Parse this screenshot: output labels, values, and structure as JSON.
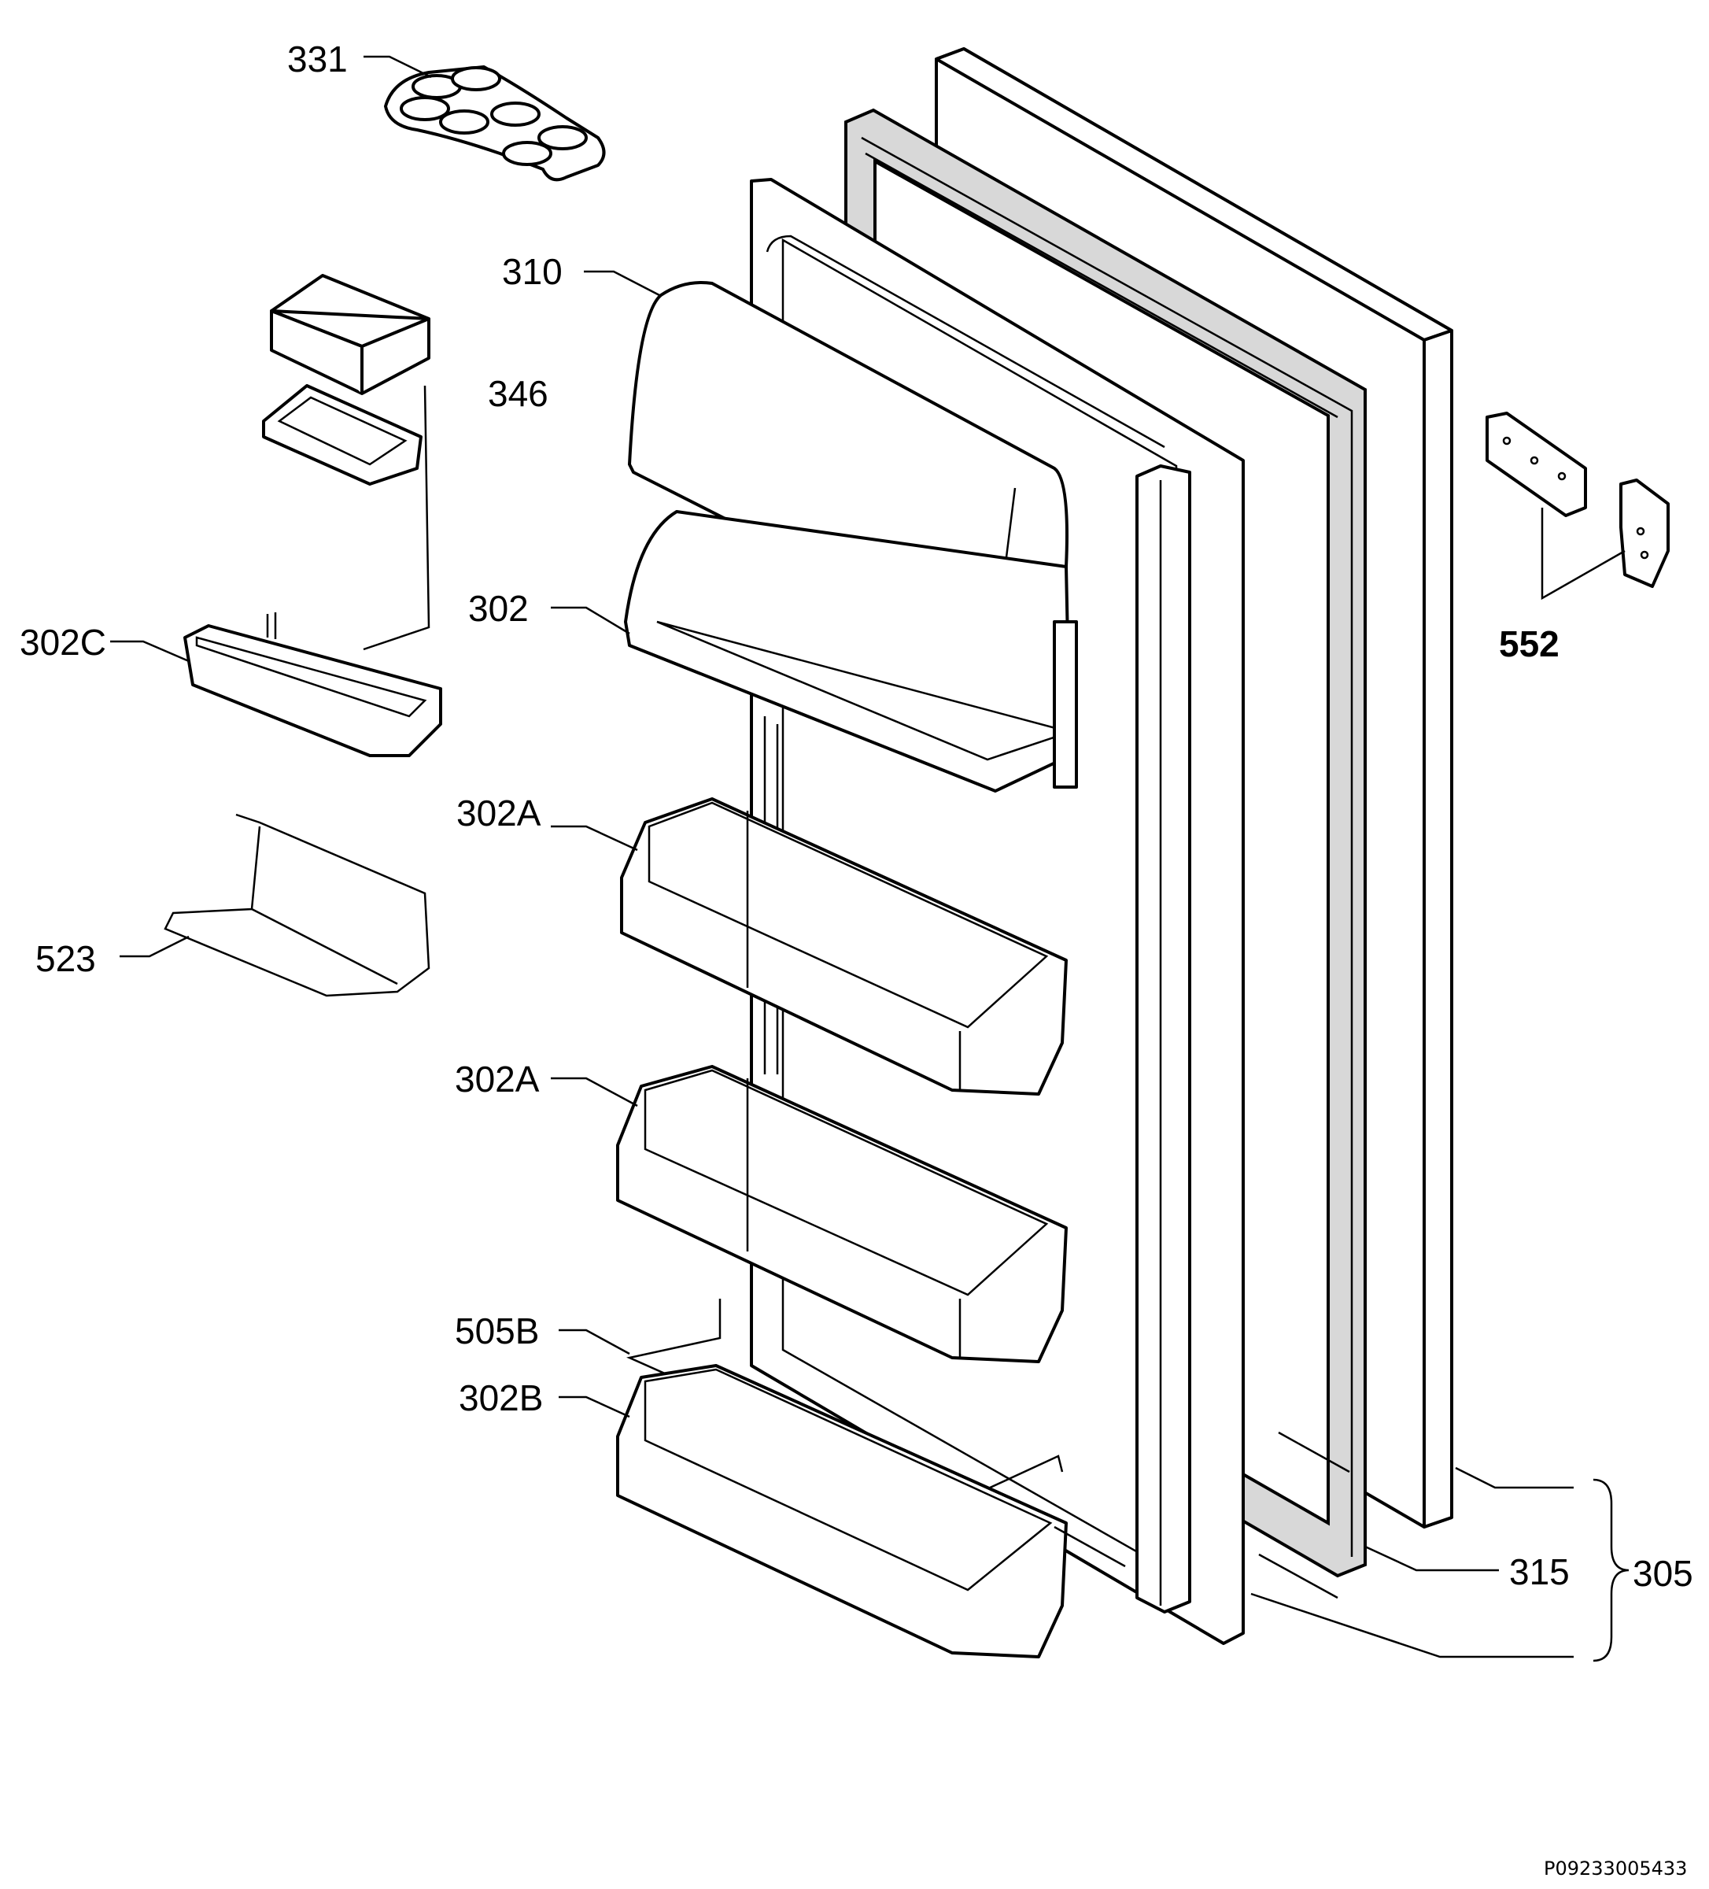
{
  "diagram": {
    "callouts": [
      {
        "id": "331",
        "text": "331"
      },
      {
        "id": "310",
        "text": "310"
      },
      {
        "id": "346",
        "text": "346"
      },
      {
        "id": "302",
        "text": "302"
      },
      {
        "id": "302c",
        "text": "302C"
      },
      {
        "id": "552",
        "text": "552"
      },
      {
        "id": "302a-1",
        "text": "302A"
      },
      {
        "id": "523",
        "text": "523"
      },
      {
        "id": "302a-2",
        "text": "302A"
      },
      {
        "id": "505b",
        "text": "505B"
      },
      {
        "id": "302b",
        "text": "302B"
      },
      {
        "id": "315",
        "text": "315"
      },
      {
        "id": "305",
        "text": "305"
      }
    ],
    "document_ref": "P09233005433",
    "colors": {
      "line": "#000000",
      "fill": "#ffffff",
      "gasket": "#d8d8d8"
    }
  }
}
